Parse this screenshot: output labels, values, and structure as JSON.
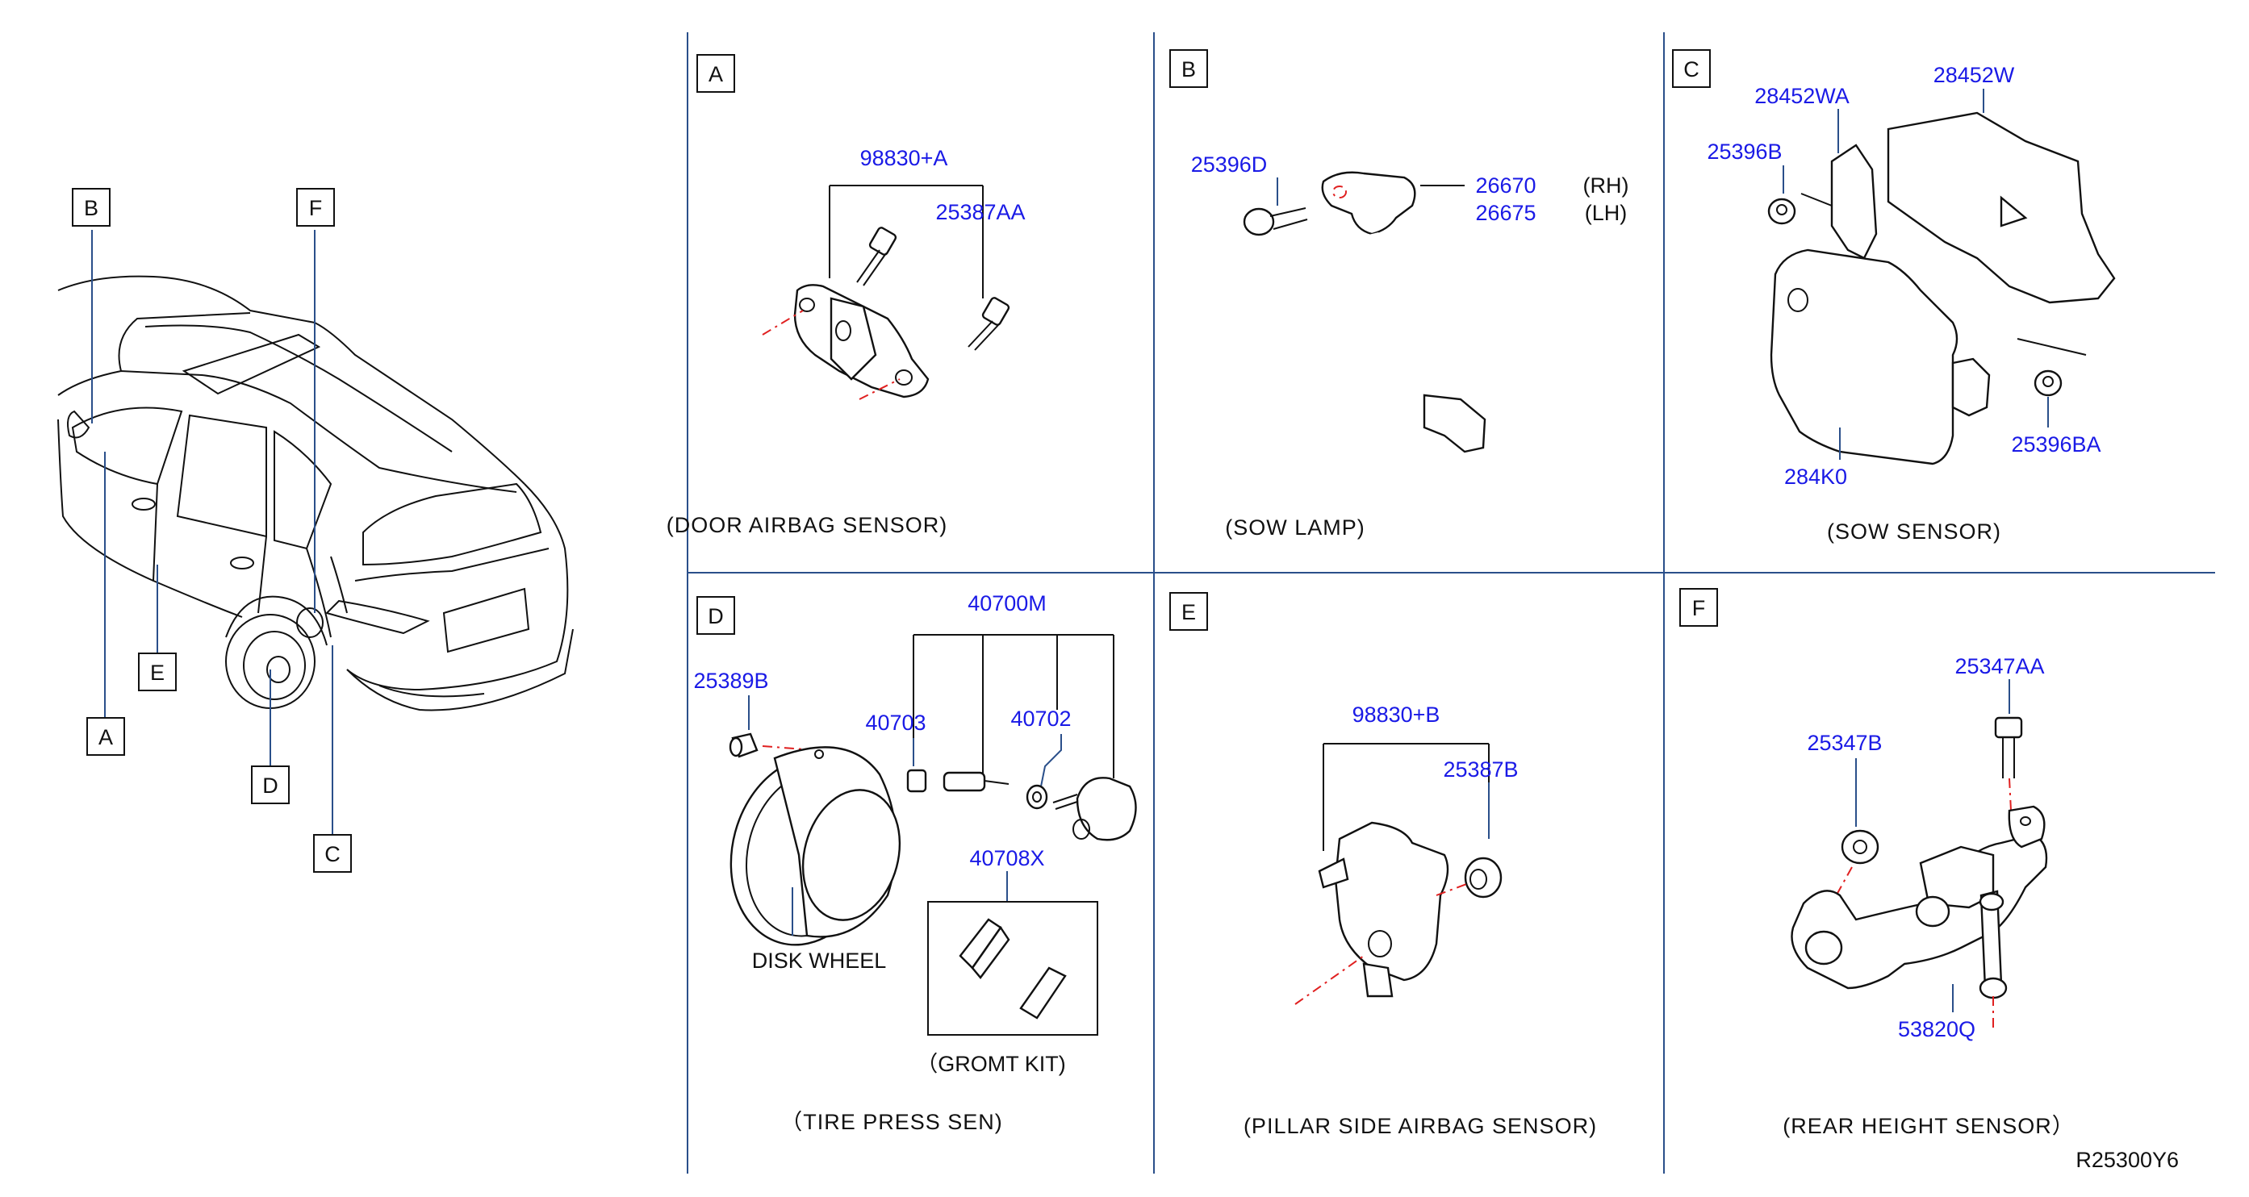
{
  "panels": {
    "A": {
      "letter": "A",
      "caption": "(DOOR   AIRBAG   SENSOR)",
      "parts": [
        "98830+A",
        "25387AA"
      ]
    },
    "B": {
      "letter": "B",
      "caption": "(SOW   LAMP)",
      "parts": [
        "25396D",
        "26670",
        "26675"
      ],
      "side_rh": "(RH)",
      "side_lh": "(LH)"
    },
    "C": {
      "letter": "C",
      "caption": "(SOW   SENSOR)",
      "parts": [
        "28452WA",
        "28452W",
        "25396B",
        "284K0",
        "25396BA"
      ]
    },
    "D": {
      "letter": "D",
      "caption": "（TIRE   PRESS   SEN)",
      "parts": [
        "40700M",
        "25389B",
        "40703",
        "40702",
        "40708X"
      ],
      "wheel_label": "DISK   WHEEL",
      "kit_label": "（GROMT   KIT)"
    },
    "E": {
      "letter": "E",
      "caption": "(PILLAR   SIDE   AIRBAG   SENSOR)",
      "parts": [
        "98830+B",
        "25387B"
      ]
    },
    "F": {
      "letter": "F",
      "caption": "(REAR   HEIGHT   SENSOR）",
      "parts": [
        "25347AA",
        "25347B",
        "53820Q"
      ]
    }
  },
  "overview": {
    "callouts": [
      "A",
      "B",
      "C",
      "D",
      "E",
      "F"
    ]
  },
  "diagram_id": "R25300Y6"
}
